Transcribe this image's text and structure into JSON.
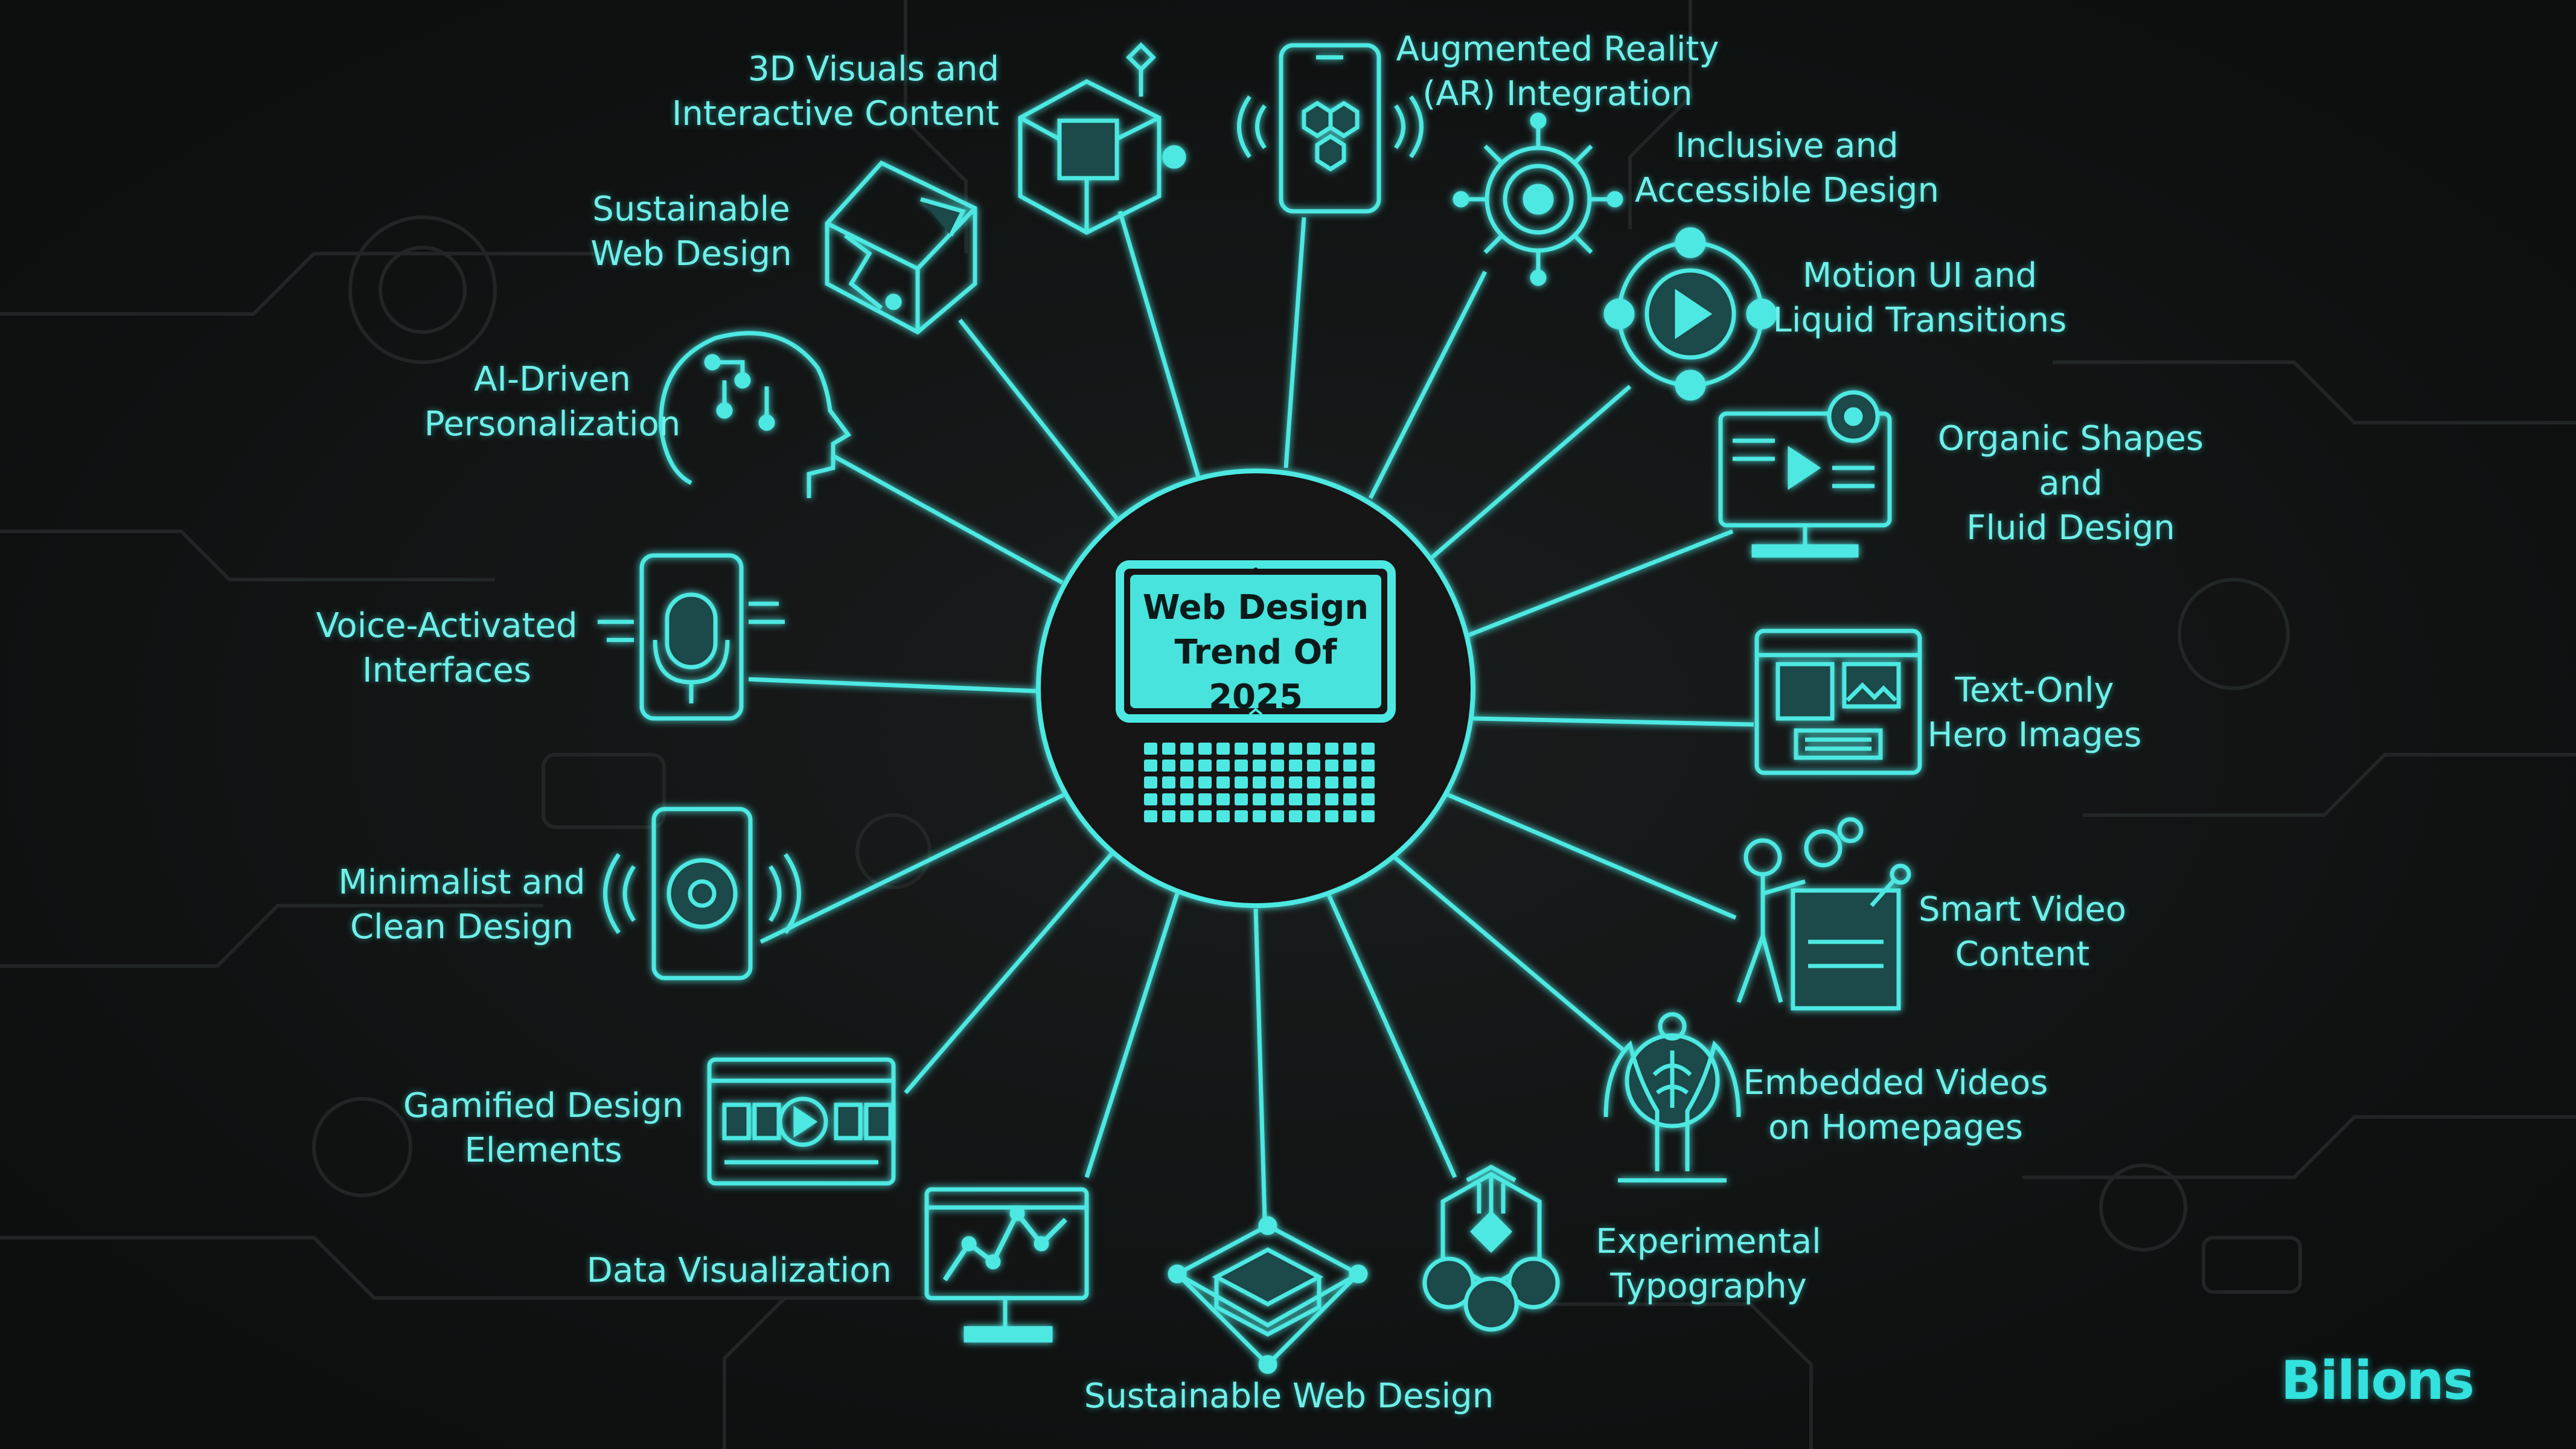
{
  "center": {
    "title": "Web Design\nTrend Of 2025"
  },
  "brand": {
    "name": "Bilions"
  },
  "colors": {
    "background": "#111313",
    "accent": "#4ee8e2",
    "label_text": "#6ff0ea"
  },
  "trends": [
    {
      "label": "3D Visuals and\nInteractive Content",
      "icon": "cube-3d-icon"
    },
    {
      "label": "Augmented Reality\n(AR) Integration",
      "icon": "phone-ar-icon"
    },
    {
      "label": "Inclusive and\nAccessible Design",
      "icon": "accessibility-target-icon"
    },
    {
      "label": "Motion UI and\nLiquid Transitions",
      "icon": "play-motion-icon"
    },
    {
      "label": "Organic Shapes and\nFluid Design",
      "icon": "monitor-video-icon"
    },
    {
      "label": "Text-Only\nHero Images",
      "icon": "hero-layout-icon"
    },
    {
      "label": "Smart Video\nContent",
      "icon": "presenter-icon"
    },
    {
      "label": "Embedded Videos\non Homepages",
      "icon": "hands-globe-icon"
    },
    {
      "label": "Experimental\nTypography",
      "icon": "hexagon-hand-icon"
    },
    {
      "label": "Sustainable Web Design",
      "icon": "platform-cube-icon"
    },
    {
      "label": "Data Visualization",
      "icon": "chart-monitor-icon"
    },
    {
      "label": "Gamified Design\nElements",
      "icon": "media-player-icon"
    },
    {
      "label": "Minimalist and\nClean Design",
      "icon": "phone-disc-icon"
    },
    {
      "label": "Voice-Activated\nInterfaces",
      "icon": "phone-microphone-icon"
    },
    {
      "label": "AI-Driven\nPersonalization",
      "icon": "ai-head-icon"
    },
    {
      "label": "Sustainable\nWeb Design",
      "icon": "box-graph-icon"
    }
  ]
}
